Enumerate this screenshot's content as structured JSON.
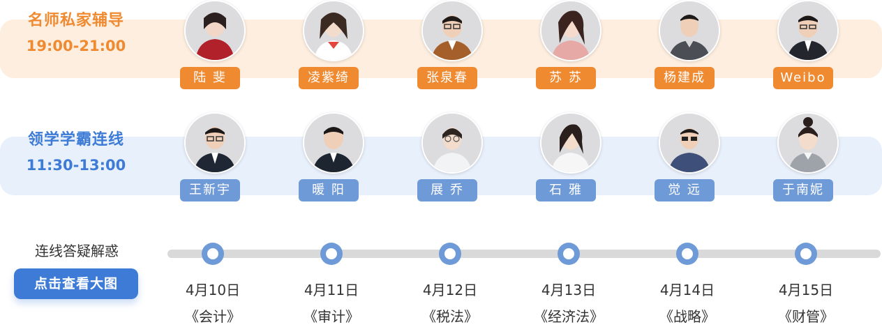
{
  "orange_row": {
    "title": "名师私家辅导",
    "time": "19:00-21:00",
    "teachers": [
      {
        "name": "陆 斐"
      },
      {
        "name": "凌紫绮"
      },
      {
        "name": "张泉春"
      },
      {
        "name": "苏 苏"
      },
      {
        "name": "杨建成"
      },
      {
        "name": "Weibo"
      }
    ]
  },
  "blue_row": {
    "title": "领学学霸连线",
    "time": "11:30-13:00",
    "teachers": [
      {
        "name": "王新宇"
      },
      {
        "name": "暖 阳"
      },
      {
        "name": "展 乔"
      },
      {
        "name": "石 雅"
      },
      {
        "name": "觉 远"
      },
      {
        "name": "于南妮"
      }
    ]
  },
  "timeline": {
    "label": "连线答疑解惑",
    "button": "点击查看大图",
    "items": [
      {
        "date": "4月10日",
        "subject": "《会计》"
      },
      {
        "date": "4月11日",
        "subject": "《审计》"
      },
      {
        "date": "4月12日",
        "subject": "《税法》"
      },
      {
        "date": "4月13日",
        "subject": "《经济法》"
      },
      {
        "date": "4月14日",
        "subject": "《战略》"
      },
      {
        "date": "4月15日",
        "subject": "《财管》"
      }
    ]
  },
  "colors": {
    "orange_accent": "#f08a30",
    "orange_band": "#fdeedf",
    "blue_accent": "#3d7bd6",
    "blue_tag": "#6f9ad8",
    "blue_band": "#e8f0fc"
  }
}
